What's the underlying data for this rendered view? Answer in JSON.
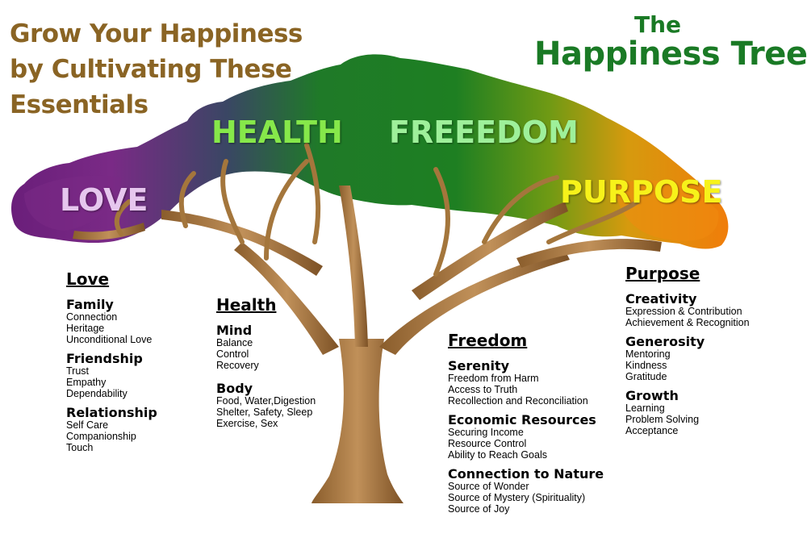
{
  "headline": [
    "Grow Your Happiness",
    "by Cultivating These",
    "Essentials"
  ],
  "title": {
    "prefix": "The",
    "main": "Happiness Tree"
  },
  "colors": {
    "headline": "#8a6424",
    "title": "#1a7a25",
    "trunk": "#a4763c"
  },
  "crown_labels": [
    {
      "id": "love",
      "text": "LOVE",
      "color": "#e6c6ee"
    },
    {
      "id": "health",
      "text": "HEALTH",
      "color": "#86e84a"
    },
    {
      "id": "freedom",
      "text": "FREEEDOM",
      "color": "#9ef09a"
    },
    {
      "id": "purpose",
      "text": "PURPOSE",
      "color": "#f7f21a"
    }
  ],
  "columns": [
    {
      "id": "love",
      "title": "Love",
      "groups": [
        {
          "name": "Family",
          "items": [
            "Connection",
            "Heritage",
            "Unconditional Love"
          ]
        },
        {
          "name": "Friendship",
          "items": [
            "Trust",
            "Empathy",
            "Dependability"
          ]
        },
        {
          "name": "Relationship",
          "items": [
            "Self Care",
            "Companionship",
            "Touch"
          ]
        }
      ]
    },
    {
      "id": "health",
      "title": "Health",
      "groups": [
        {
          "name": "Mind",
          "items": [
            "Balance",
            "Control",
            "Recovery"
          ]
        },
        {
          "name": "Body",
          "items": [
            "Food, Water,Digestion",
            "Shelter, Safety, Sleep",
            "Exercise, Sex"
          ]
        }
      ]
    },
    {
      "id": "freedom",
      "title": "Freedom",
      "groups": [
        {
          "name": "Serenity",
          "items": [
            "Freedom from Harm",
            "Access to Truth",
            "Recollection and Reconciliation"
          ]
        },
        {
          "name": "Economic Resources",
          "items": [
            "Securing Income",
            "Resource Control",
            "Ability to Reach Goals"
          ]
        },
        {
          "name": "Connection to Nature",
          "items": [
            "Source of Wonder",
            "Source of Mystery (Spirituality)",
            "Source of Joy"
          ]
        }
      ]
    },
    {
      "id": "purpose",
      "title": "Purpose",
      "groups": [
        {
          "name": "Creativity",
          "items": [
            "Expression & Contribution",
            "Achievement & Recognition"
          ]
        },
        {
          "name": "Generosity",
          "items": [
            "Mentoring",
            "Kindness",
            "Gratitude"
          ]
        },
        {
          "name": "Growth",
          "items": [
            "Learning",
            "Problem Solving",
            "Acceptance"
          ]
        }
      ]
    }
  ]
}
